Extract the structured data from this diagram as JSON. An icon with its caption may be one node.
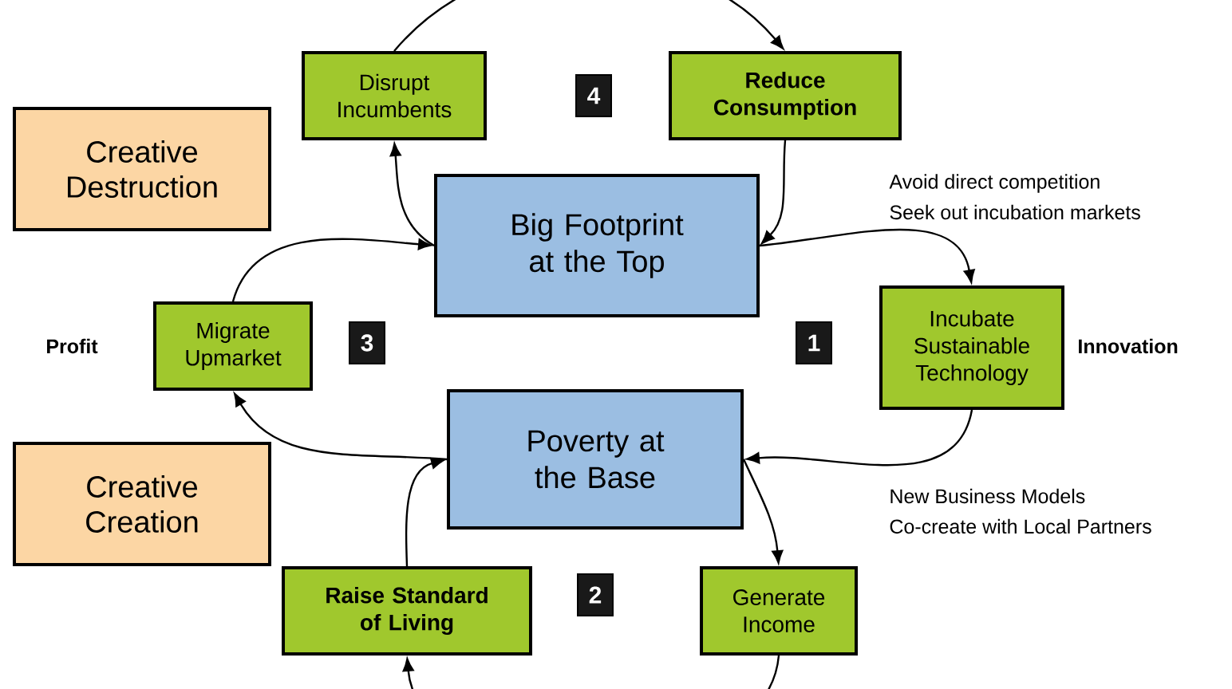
{
  "diagram": {
    "nodes": [
      {
        "text": [
          "Creative Destruction"
        ]
      },
      {
        "text": [
          "Disrupt Incumbents"
        ]
      },
      {
        "text": [
          "4"
        ]
      },
      {
        "text": [
          "Reduce Consumption"
        ]
      },
      {
        "text": [
          "Big Footprint at the Top"
        ]
      },
      {
        "text": [
          "Migrate Upmarket"
        ]
      },
      {
        "text": [
          "3"
        ]
      },
      {
        "text": [
          "1"
        ]
      },
      {
        "text": [
          "Incubate Sustainable Technology"
        ]
      },
      {
        "text": [
          "Poverty at the Base"
        ]
      },
      {
        "text": [
          "Creative Creation"
        ]
      },
      {
        "text": [
          "Raise Standard of Living"
        ]
      },
      {
        "text": [
          "2"
        ]
      },
      {
        "text": [
          "Generate Income"
        ]
      }
    ],
    "edges": [
      {
        "from": 1,
        "to": 3,
        "arrow": "to"
      },
      {
        "from": 3,
        "to": 4,
        "arrow": "to"
      },
      {
        "from": 4,
        "to": 8,
        "arrow": "to"
      },
      {
        "from": 8,
        "to": 9,
        "arrow": "to"
      },
      {
        "from": 9,
        "to": 13,
        "arrow": "to"
      },
      {
        "from": 13,
        "to": 11,
        "arrow": "to"
      },
      {
        "from": 11,
        "to": 9,
        "arrow": "to"
      },
      {
        "from": 9,
        "to": 5,
        "arrow": "to"
      },
      {
        "from": 5,
        "to": 4,
        "arrow": "to"
      },
      {
        "from": 4,
        "to": 1,
        "arrow": "to"
      }
    ],
    "labels": [
      "Avoid direct competition",
      "Seek out incubation markets",
      "Profit",
      "Innovation",
      "New Business Models",
      "Co-create with Local Partners"
    ]
  }
}
